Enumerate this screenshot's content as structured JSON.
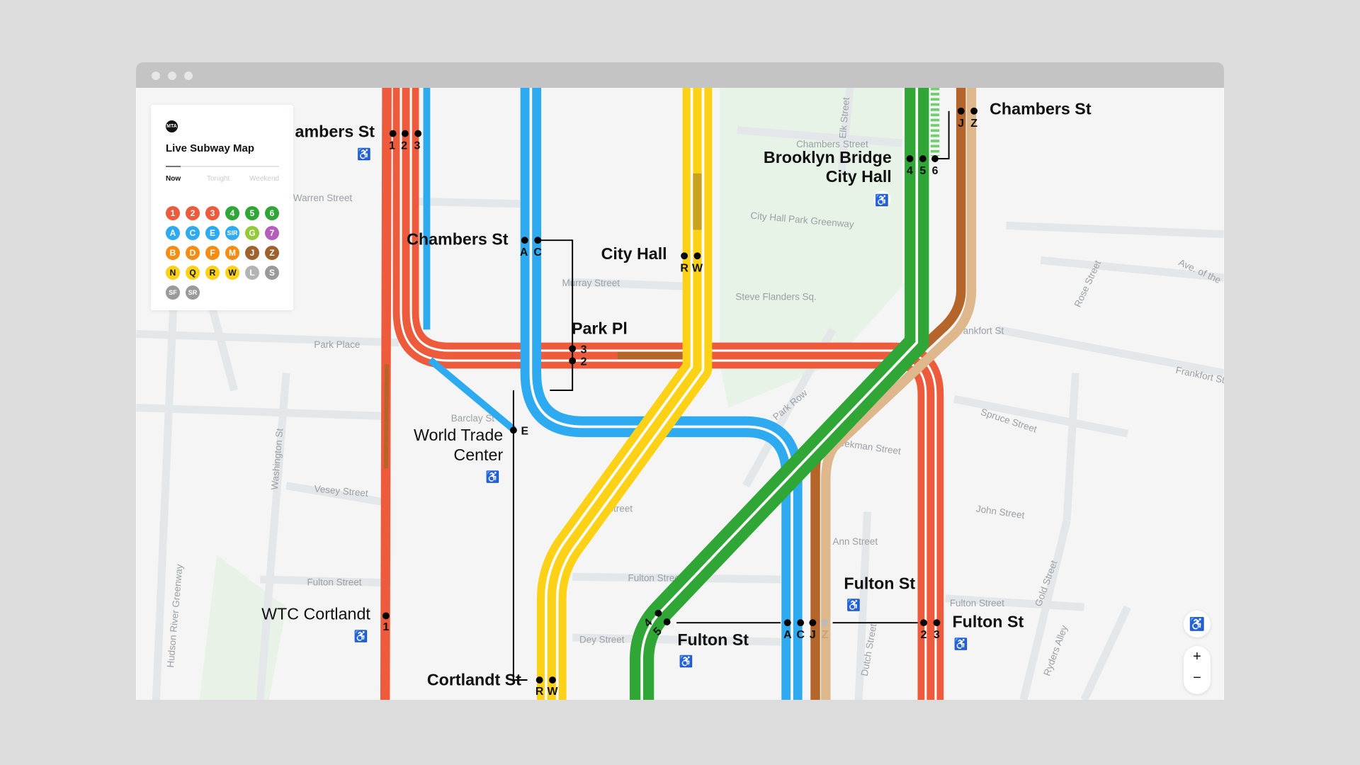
{
  "window": {
    "title_dots": 3
  },
  "panel": {
    "logo": "MTA",
    "title": "Live Subway Map",
    "tabs": [
      {
        "label": "Now",
        "active": true
      },
      {
        "label": "Tonight",
        "active": false
      },
      {
        "label": "Weekend",
        "active": false
      }
    ],
    "bullets": [
      {
        "label": "1",
        "color": "#ee5a3c"
      },
      {
        "label": "2",
        "color": "#ee5a3c"
      },
      {
        "label": "3",
        "color": "#ee5a3c"
      },
      {
        "label": "4",
        "color": "#2fa636"
      },
      {
        "label": "5",
        "color": "#2fa636"
      },
      {
        "label": "6",
        "color": "#2fa636"
      },
      {
        "label": "A",
        "color": "#2daaf0"
      },
      {
        "label": "C",
        "color": "#2daaf0"
      },
      {
        "label": "E",
        "color": "#2daaf0"
      },
      {
        "label": "SIR",
        "color": "#2daaf0"
      },
      {
        "label": "G",
        "color": "#96c83c"
      },
      {
        "label": "7",
        "color": "#b45fb9"
      },
      {
        "label": "B",
        "color": "#f58c14"
      },
      {
        "label": "D",
        "color": "#f58c14"
      },
      {
        "label": "F",
        "color": "#f58c14"
      },
      {
        "label": "M",
        "color": "#f58c14"
      },
      {
        "label": "J",
        "color": "#a0622d"
      },
      {
        "label": "Z",
        "color": "#a0622d"
      },
      {
        "label": "N",
        "color": "#fcd116",
        "dark": true
      },
      {
        "label": "Q",
        "color": "#fcd116",
        "dark": true
      },
      {
        "label": "R",
        "color": "#fcd116",
        "dark": true
      },
      {
        "label": "W",
        "color": "#fcd116",
        "dark": true
      },
      {
        "label": "L",
        "color": "#b4b4b4"
      },
      {
        "label": "S",
        "color": "#9a9a9a"
      },
      {
        "label": "SF",
        "color": "#9a9a9a"
      },
      {
        "label": "SR",
        "color": "#9a9a9a"
      }
    ]
  },
  "stations": {
    "chambers_123": {
      "name": "ambers St",
      "routes": [
        "1",
        "2",
        "3"
      ]
    },
    "chambers_ac": {
      "name": "Chambers St",
      "routes": [
        "A",
        "C"
      ]
    },
    "city_hall": {
      "name": "City Hall",
      "routes": [
        "R",
        "W"
      ]
    },
    "brooklyn_bridge": {
      "name1": "Brooklyn Bridge",
      "name2": "City Hall",
      "routes": [
        "4",
        "5",
        "6"
      ]
    },
    "chambers_jz": {
      "name": "Chambers St",
      "routes": [
        "J",
        "Z"
      ]
    },
    "park_pl": {
      "name": "Park Pl",
      "routes": [
        "3",
        "2"
      ]
    },
    "wtc": {
      "name1": "World Trade",
      "name2": "Center",
      "routes": [
        "E"
      ]
    },
    "wtc_cortlandt": {
      "name": "WTC Cortlandt",
      "routes": [
        "1"
      ]
    },
    "cortlandt": {
      "name": "Cortlandt St",
      "routes": [
        "R",
        "W"
      ]
    },
    "fulton_45": {
      "name": "Fulton St",
      "routes": [
        "4",
        "5"
      ]
    },
    "fulton_acjz": {
      "name": "Fulton St",
      "routes": [
        "A",
        "C",
        "J",
        "Z"
      ]
    },
    "fulton_23": {
      "name": "Fulton St",
      "routes": [
        "2",
        "3"
      ]
    }
  },
  "streets": [
    "Chambers Street",
    "City Hall Park Greenway",
    "Steve Flanders Sq.",
    "Murray Street",
    "Park Place",
    "Barclay St",
    "Vesey Street",
    "Fulton Street",
    "Fulton Street",
    "Fulton Street",
    "Dey Street",
    "Spruce Street",
    "Frankfort St",
    "Frankfort St",
    "Ave. of the",
    "Rose Street",
    "Gold Street",
    "Ryders Alley",
    "Dutch Street",
    "Park Row",
    "Washington St",
    "Hudson River Greenway",
    "Elk Street",
    "Warren Street",
    "John Street",
    "Ann Street",
    "Beekman Street",
    "Street"
  ],
  "controls": {
    "accessibility_icon": "wheelchair-icon",
    "zoom_in": "+",
    "zoom_out": "−"
  },
  "colors": {
    "red": "#ee5a3c",
    "blue": "#2daaf0",
    "yellow": "#fcd116",
    "green": "#2fa636",
    "brown": "#b5642a",
    "tan": "#dfb78c"
  }
}
